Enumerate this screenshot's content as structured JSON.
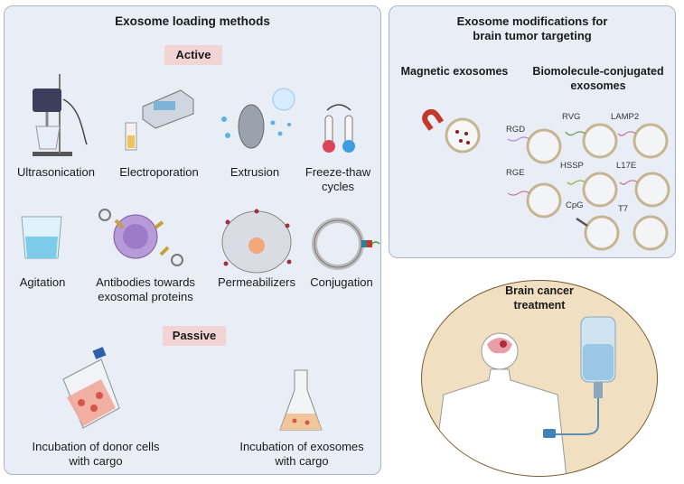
{
  "loading": {
    "title": "Exosome loading methods",
    "active_label": "Active",
    "passive_label": "Passive",
    "active_methods": {
      "ultrasonication": "Ultrasonication",
      "electroporation": "Electroporation",
      "extrusion": "Extrusion",
      "freeze_thaw_line1": "Freeze-thaw",
      "freeze_thaw_line2": "cycles",
      "agitation": "Agitation",
      "antibodies_line1": "Antibodies towards",
      "antibodies_line2": "exosomal proteins",
      "permeabilizers": "Permeabilizers",
      "conjugation": "Conjugation"
    },
    "passive_methods": {
      "donor_line1": "Incubation of donor cells",
      "donor_line2": "with cargo",
      "exosome_line1": "Incubation of exosomes",
      "exosome_line2": "with cargo"
    }
  },
  "modifications": {
    "title_line1": "Exosome modifications for",
    "title_line2": "brain tumor targeting",
    "magnetic": "Magnetic exosomes",
    "biomolecule_line1": "Biomolecule-conjugated",
    "biomolecule_line2": "exosomes",
    "ligands": {
      "rgd": "RGD",
      "rvg": "RVG",
      "lamp2": "LAMP2",
      "rge": "RGE",
      "hssp": "HSSP",
      "l17e": "L17E",
      "cpg": "CpG",
      "t7": "T7"
    }
  },
  "treatment": {
    "line1": "Brain cancer",
    "line2": "treatment"
  },
  "colors": {
    "panel_bg": "#e9eef6",
    "panel_border": "#a9b4c6",
    "pill_bg": "#f3d4d4",
    "treatment_bg": "#f0dfc0"
  }
}
